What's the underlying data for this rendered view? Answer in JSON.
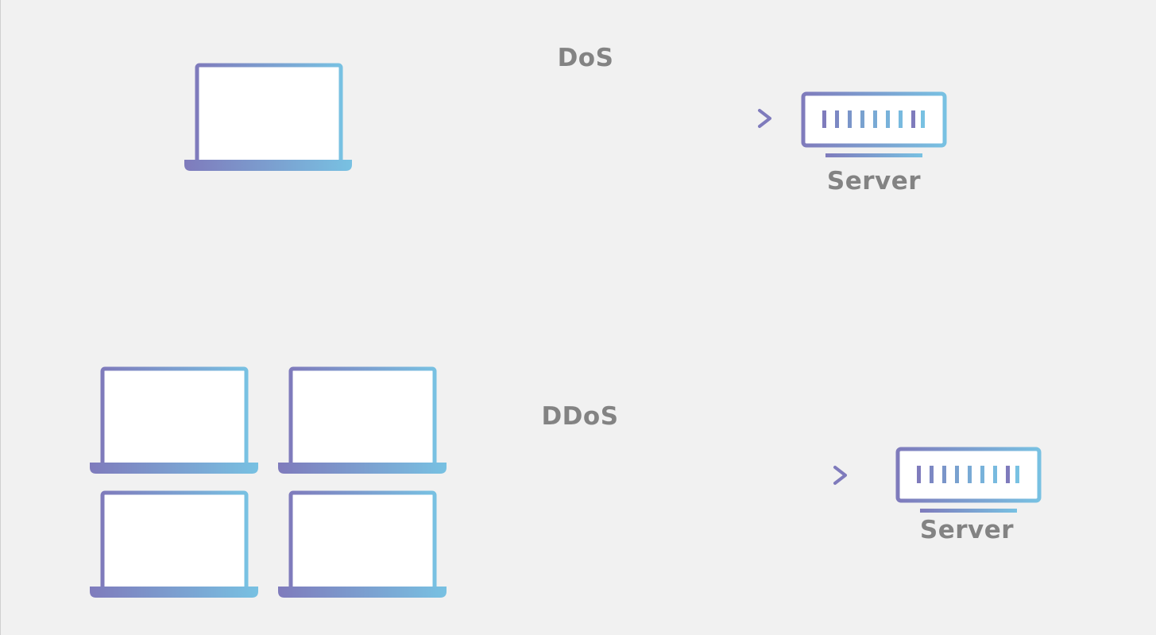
{
  "colors": {
    "background": "#f1f1f1",
    "label": "#838383",
    "gradient_purple": "#7f7bbc",
    "gradient_blue": "#78c1e2",
    "screen_fill": "#ffffff"
  },
  "dos": {
    "label": "DoS",
    "attacker_icon": "laptop-icon",
    "server_icon": "server-icon",
    "server_label": "Server"
  },
  "ddos": {
    "label": "DDoS",
    "attacker_icon": "laptop-icon",
    "attacker_count": 4,
    "server_icon": "server-icon",
    "server_label": "Server"
  }
}
